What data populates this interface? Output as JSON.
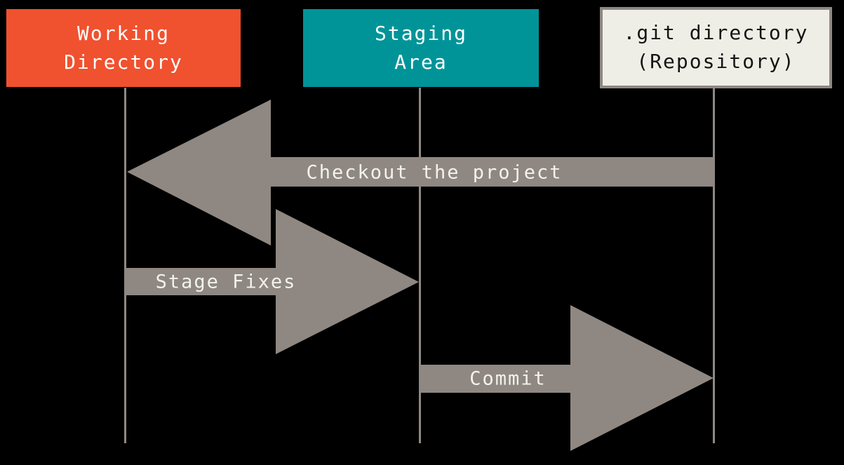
{
  "diagram": {
    "background_color": "#000000",
    "arrow_color": "#8f8882",
    "lifeline_color": "#8f8883",
    "columns": [
      {
        "id": "working-directory",
        "label": "Working\nDirectory",
        "bg_color": "#f0512f",
        "text_color": "#fdfdfb"
      },
      {
        "id": "staging-area",
        "label": "Staging\nArea",
        "bg_color": "#009499",
        "text_color": "#fdfdfb"
      },
      {
        "id": "git-directory",
        "label": ".git directory\n(Repository)",
        "bg_color": "#efeee6",
        "border_color": "#8f8883",
        "text_color": "#141414"
      }
    ],
    "arrows": [
      {
        "id": "checkout",
        "label": "Checkout the project",
        "from": "git-directory",
        "to": "working-directory",
        "direction": "left"
      },
      {
        "id": "stage-fixes",
        "label": "Stage Fixes",
        "from": "working-directory",
        "to": "staging-area",
        "direction": "right"
      },
      {
        "id": "commit",
        "label": "Commit",
        "from": "staging-area",
        "to": "git-directory",
        "direction": "right"
      }
    ]
  }
}
